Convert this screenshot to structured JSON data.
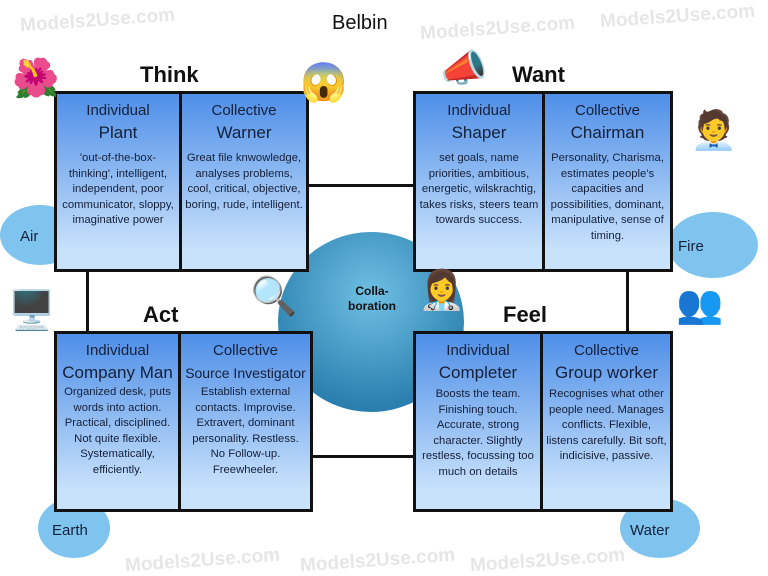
{
  "title": "Belbin",
  "watermark": "Models2Use.com",
  "center_label": "Collaboration",
  "center_label_lines": [
    "Colla-",
    "boration"
  ],
  "quadrants": [
    {
      "heading": "Think",
      "element": "Air",
      "panels": [
        {
          "kind": "Individual",
          "role": "Plant",
          "desc": "'out-of-the-box-thinking', intelligent, independent, poor communicator, sloppy,  imaginative power"
        },
        {
          "kind": "Collective",
          "role": "Warner",
          "desc": "Great file knwowledge, analyses problems, cool, critical, objective, boring, rude, intelligent."
        }
      ]
    },
    {
      "heading": "Want",
      "element": "Fire",
      "panels": [
        {
          "kind": "Individual",
          "role": "Shaper",
          "desc": "set goals, name priorities, ambitious, energetic, wilskrachtig, takes risks, steers team towards success."
        },
        {
          "kind": "Collective",
          "role": "Chairman",
          "desc": "Personality, Charisma, estimates people's capacities and possibilities, dominant, manipulative, sense of timing."
        }
      ]
    },
    {
      "heading": "Act",
      "element": "Earth",
      "panels": [
        {
          "kind": "Individual",
          "role": "Company Man",
          "desc": "Organized desk, puts words into action. Practical, disciplined. Not quite flexible. Systematically, efficiently."
        },
        {
          "kind": "Collective",
          "role": "Source Investigator",
          "desc": "Establish external contacts. Improvise. Extravert, dominant personality. Restless. No Follow-up. Freewheeler."
        }
      ]
    },
    {
      "heading": "Feel",
      "element": "Water",
      "panels": [
        {
          "kind": "Individual",
          "role": "Completer",
          "desc": "Boosts the team. Finishing touch. Accurate, strong character. Slightly restless, focussing too much on details"
        },
        {
          "kind": "Collective",
          "role": "Group worker",
          "desc": "Recognises what other people need. Manages conflicts. Flexible, listens carefully. Bit soft, indicisive, passive."
        }
      ]
    }
  ]
}
